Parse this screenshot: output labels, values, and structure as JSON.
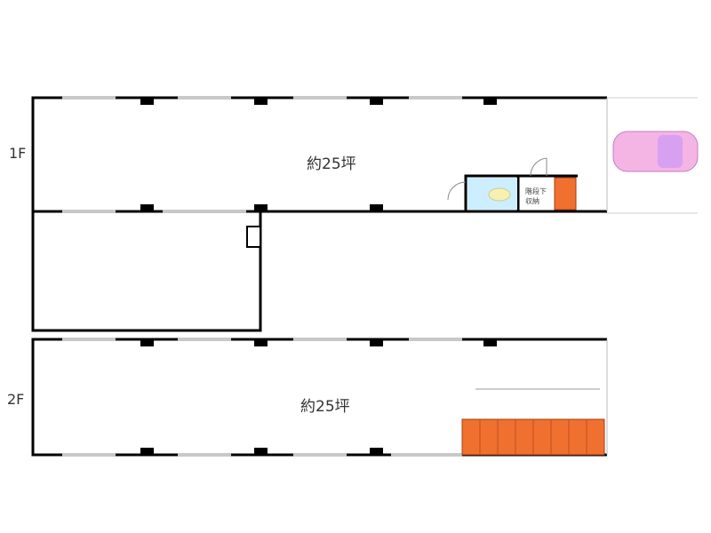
{
  "floors": [
    {
      "label": "1F",
      "area": "約25坪",
      "storage": "階段下収納"
    },
    {
      "label": "2F",
      "area": "約25坪"
    }
  ],
  "colors": {
    "wall": "#000000",
    "stairs": "#f07030",
    "bath": "#cceeff",
    "car": "#f4b4e4",
    "window": "#c8c8c8"
  }
}
